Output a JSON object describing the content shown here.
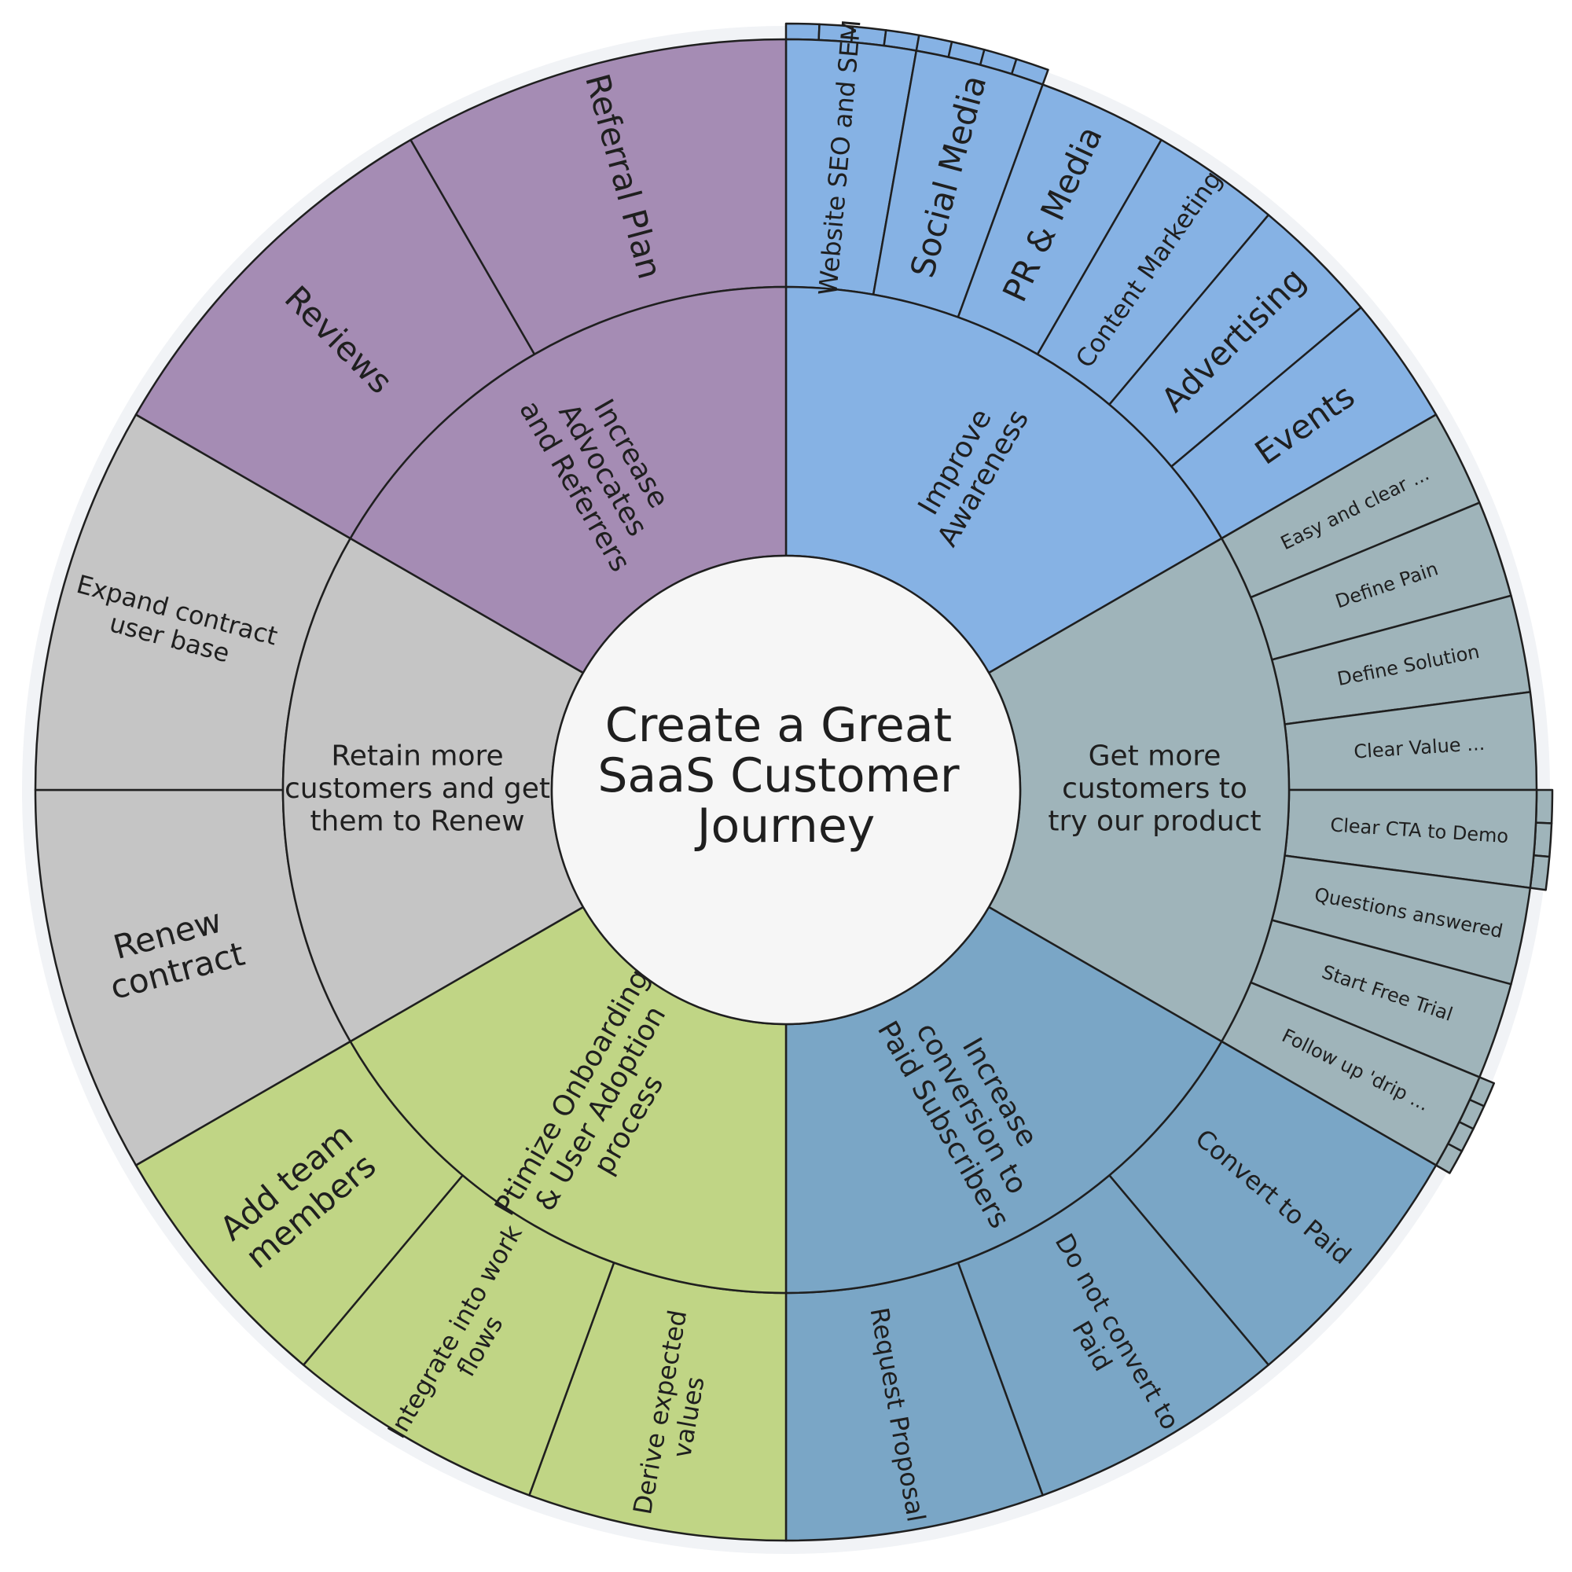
{
  "title": [
    "Create a Great",
    "SaaS Customer",
    "Journey"
  ],
  "colors": {
    "background": "#ffffff",
    "center_fill": "#f6f6f6",
    "halo": "#f1f3f6",
    "stroke": "#1f1f1f",
    "text": "#1f1f1f"
  },
  "sectors": [
    {
      "name": "Improve Awareness",
      "lines": [
        "Improve",
        "Awareness"
      ],
      "color": "#86b2e4",
      "start": 0,
      "end": 60,
      "children": [
        {
          "name": "Website SEO and SEM",
          "lines": [
            "Website SEO and SEM"
          ],
          "size": 1
        },
        {
          "name": "Social Media",
          "lines": [
            "Social Media"
          ],
          "size": 1
        },
        {
          "name": "PR & Media",
          "lines": [
            "PR & Media"
          ],
          "size": 1
        },
        {
          "name": "Content Marketing",
          "lines": [
            "Content Marketing"
          ],
          "size": 1
        },
        {
          "name": "Advertising",
          "lines": [
            "Advertising"
          ],
          "size": 1
        },
        {
          "name": "Events",
          "lines": [
            "Events"
          ],
          "size": 1
        }
      ]
    },
    {
      "name": "Get more customers to try our product",
      "lines": [
        "Get more",
        "customers to",
        "try our product"
      ],
      "color": "#9fb4ba",
      "start": 60,
      "end": 120,
      "children": [
        {
          "name": "Easy and clear ...",
          "lines": [
            "Easy and clear ..."
          ],
          "size": 1
        },
        {
          "name": "Define Pain",
          "lines": [
            "Define Pain"
          ],
          "size": 1
        },
        {
          "name": "Define Solution",
          "lines": [
            "Define Solution"
          ],
          "size": 1
        },
        {
          "name": "Clear Value ...",
          "lines": [
            "Clear Value ..."
          ],
          "size": 1
        },
        {
          "name": "Clear CTA to Demo",
          "lines": [
            "Clear CTA to Demo"
          ],
          "size": 1
        },
        {
          "name": "Questions answered",
          "lines": [
            "Questions answered"
          ],
          "size": 1
        },
        {
          "name": "Start Free Trial",
          "lines": [
            "Start Free Trial"
          ],
          "size": 1
        },
        {
          "name": "Follow up 'drip ...",
          "lines": [
            "Follow up 'drip ..."
          ],
          "size": 1
        }
      ]
    },
    {
      "name": "Increase conversion to Paid Subscribers",
      "lines": [
        "Increase",
        "conversion to",
        "Paid Subscribers"
      ],
      "color": "#7aa6c6",
      "start": 120,
      "end": 180,
      "children": [
        {
          "name": "Convert to Paid",
          "lines": [
            "Convert to Paid"
          ],
          "size": 1
        },
        {
          "name": "Do not convert to Paid",
          "lines": [
            "Do not convert to",
            "Paid"
          ],
          "size": 1
        },
        {
          "name": "Request Proposal",
          "lines": [
            "Request Proposal"
          ],
          "size": 1
        }
      ]
    },
    {
      "name": "Ptimize Onboarding & User Adoption process",
      "lines": [
        "Ptimize Onboarding",
        "& User Adoption",
        "process"
      ],
      "color": "#c0d585",
      "start": 180,
      "end": 240,
      "children": [
        {
          "name": "Derive expected values",
          "lines": [
            "Derive expected",
            "values"
          ],
          "size": 1
        },
        {
          "name": "Integrate into work flows",
          "lines": [
            "Integrate into work",
            "flows"
          ],
          "size": 1
        },
        {
          "name": "Add team members",
          "lines": [
            "Add team",
            "members"
          ],
          "size": 1
        }
      ]
    },
    {
      "name": "Retain more customers and get them to Renew",
      "lines": [
        "Retain more",
        "customers and get",
        "them to Renew"
      ],
      "color": "#c5c5c5",
      "start": 240,
      "end": 300,
      "children": [
        {
          "name": "Renew contract",
          "lines": [
            "Renew",
            "contract"
          ],
          "size": 1
        },
        {
          "name": "Expand contract user base",
          "lines": [
            "Expand contract",
            "user base"
          ],
          "size": 1
        }
      ]
    },
    {
      "name": "Increase Advocates and Referrers",
      "lines": [
        "Increase",
        "Advocates",
        "and Referrers"
      ],
      "color": "#a58cb4",
      "start": 300,
      "end": 360,
      "children": [
        {
          "name": "Reviews",
          "lines": [
            "Reviews"
          ],
          "size": 1
        },
        {
          "name": "Referral Plan",
          "lines": [
            "Referral Plan"
          ],
          "size": 1
        }
      ]
    }
  ],
  "extra_rings": [
    {
      "sector": 0,
      "child": 0,
      "divisions": 4
    },
    {
      "sector": 0,
      "child": 1,
      "divisions": 4
    },
    {
      "sector": 1,
      "child": 4,
      "divisions": 3
    },
    {
      "sector": 1,
      "child": 7,
      "divisions": 4
    }
  ]
}
